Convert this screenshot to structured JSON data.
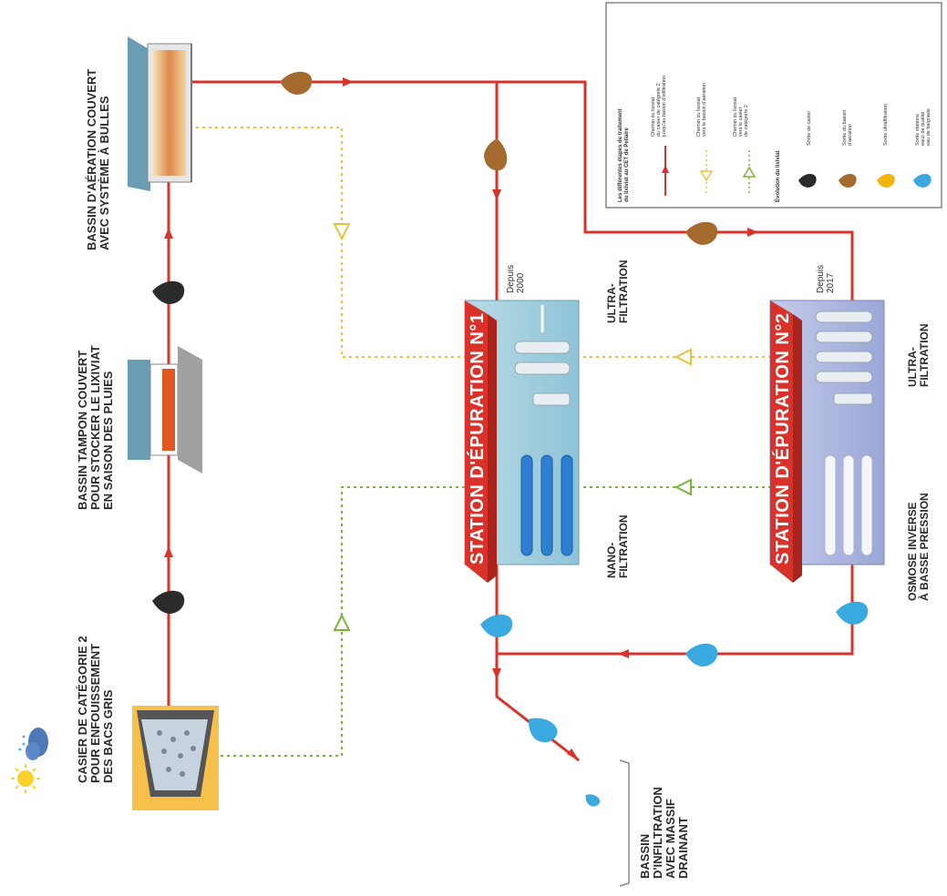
{
  "labels": {
    "casier": [
      "CASIER DE CATÉGORIE 2",
      "POUR ENFOUISSEMENT",
      "DES BACS GRIS"
    ],
    "tampon": [
      "BASSIN TAMPON COUVERT",
      "POUR STOCKER LE LIXIVIAT",
      "EN SAISON DES PLUIES"
    ],
    "aeration": [
      "BASSIN D'AÉRATION COUVERT",
      "AVEC SYSTÈME À BULLES"
    ],
    "infiltration": [
      "BASSIN",
      "D'INFILTRATION",
      "AVEC MASSIF",
      "DRAINANT"
    ]
  },
  "station1": {
    "title": "STATION D'ÉPURATION N°1",
    "since": [
      "Depuis",
      "2000"
    ],
    "ultra": [
      "ULTRA-",
      "FILTRATION"
    ],
    "nano": [
      "NANO-",
      "FILTRATION"
    ]
  },
  "station2": {
    "title": "STATION D'ÉPURATION N°2",
    "since": [
      "Depuis",
      "2017"
    ],
    "ultra": [
      "ULTRA-",
      "FILTRATION"
    ],
    "osmose": [
      "OSMOSE INVERSE",
      "À BASSE PRESSION"
    ]
  },
  "legend": {
    "title": [
      "Les différentes étapes de traitement",
      "du lixiviat au CET de Pellaire"
    ],
    "flows": [
      {
        "lines": [
          "Chemin du lixiviat",
          "du casier de catégorie 2",
          "jusqu'au bassin d'infiltration"
        ],
        "color": "#d8322a"
      },
      {
        "lines": [
          "Chemin du lixiviat",
          "vers le bassin d'aération"
        ],
        "color": "#e8c23a"
      },
      {
        "lines": [
          "Chemin du lixiviat",
          "vers le casier",
          "de catégorie 2"
        ],
        "color": "#7ab33a"
      }
    ],
    "evolution_title": "Évolution du lixiviat",
    "drops": [
      {
        "lines": [
          "Sortie de casier"
        ],
        "color": "#2b2b2b"
      },
      {
        "lines": [
          "Sortie du bassin",
          "d'aération"
        ],
        "color": "#a56a2e"
      },
      {
        "lines": [
          "Sortie ultrafiltration"
        ],
        "color": "#f2b410"
      },
      {
        "lines": [
          "Sortie stations",
          "eaux de qualité",
          "eau de baignade"
        ],
        "color": "#3aa9e0"
      }
    ]
  },
  "colors": {
    "flow_red": "#d8322a",
    "flow_yellow": "#e8c23a",
    "flow_green": "#7ab33a",
    "station1_fill": "#8ec3d6",
    "station2_fill": "#9aa6d6",
    "station_banner": "#d8322a",
    "drop_black": "#2b2b2b",
    "drop_brown": "#a56a2e",
    "drop_yellow": "#f2b410",
    "drop_blue": "#3aa9e0"
  },
  "icons": [
    "sun-icon",
    "rain-cloud-icon",
    "drop-icon"
  ]
}
